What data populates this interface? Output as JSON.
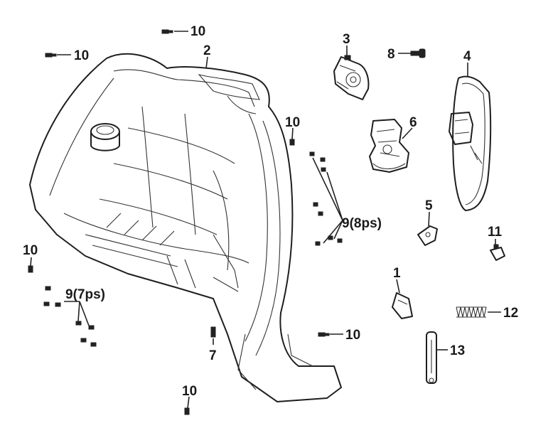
{
  "labels": {
    "l1": "1",
    "l2": "2",
    "l3": "3",
    "l4": "4",
    "l5": "5",
    "l6": "6",
    "l7": "7",
    "l8": "8",
    "l9a": "9(8ps)",
    "l9b": "9(7ps)",
    "l10": "10",
    "l11": "11",
    "l12": "12",
    "l13": "13"
  }
}
